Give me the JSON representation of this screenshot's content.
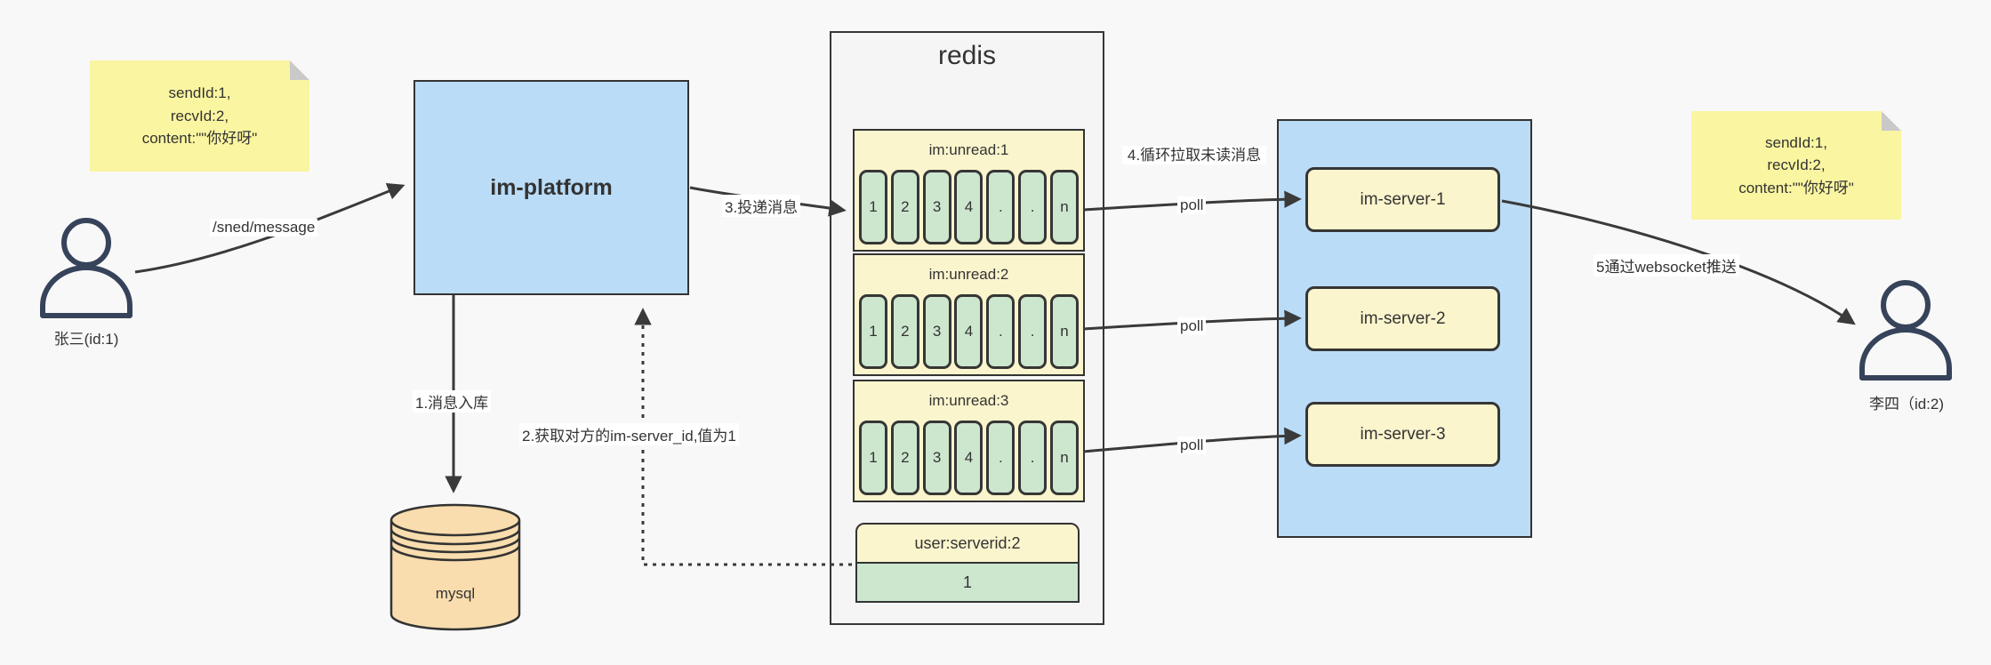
{
  "actors": {
    "sender_label": "张三(id:1)",
    "receiver_label": "李四（id:2)"
  },
  "note_left": {
    "line1": "sendId:1,",
    "line2": "recvId:2,",
    "line3": "content:\"\"你好呀\""
  },
  "note_right": {
    "line1": "sendId:1,",
    "line2": "recvId:2,",
    "line3": "content:\"\"你好呀\""
  },
  "platform": {
    "label": "im-platform"
  },
  "database": {
    "label": "mysql"
  },
  "redis": {
    "title": "redis",
    "queues": [
      {
        "header": "im:unread:1",
        "cells": [
          "1",
          "2",
          "3",
          "4",
          ".",
          ".",
          "n"
        ]
      },
      {
        "header": "im:unread:2",
        "cells": [
          "1",
          "2",
          "3",
          "4",
          ".",
          ".",
          "n"
        ]
      },
      {
        "header": "im:unread:3",
        "cells": [
          "1",
          "2",
          "3",
          "4",
          ".",
          ".",
          "n"
        ]
      }
    ],
    "mapping": {
      "header": "user:serverid:2",
      "value": "1"
    }
  },
  "servers": [
    {
      "label": "im-server-1"
    },
    {
      "label": "im-server-2"
    },
    {
      "label": "im-server-3"
    }
  ],
  "labels": {
    "send_api": "/sned/message",
    "step1": "1.消息入库",
    "step2": "2.获取对方的im-server_id,值为1",
    "step3": "3.投递消息",
    "step4": "4.循环拉取未读消息",
    "step5": "5通过websocket推送",
    "poll": "poll"
  },
  "colors": {
    "background": "#f8f8f8",
    "blue_fill": "#badcf7",
    "note_yellow": "#faf5a0",
    "block_yellow": "#fbf5cd",
    "cell_green": "#cde7cf",
    "db_tan": "#f9ddae",
    "line": "#3a3a3a",
    "person": "#36435a"
  }
}
